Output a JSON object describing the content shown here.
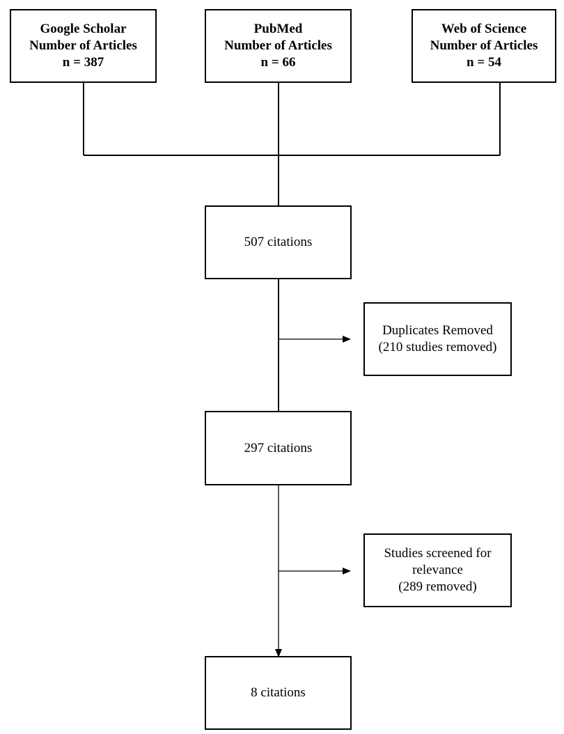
{
  "sources": [
    {
      "line1": "Google Scholar",
      "line2": "Number of Articles",
      "line3": "n = 387"
    },
    {
      "line1": "PubMed",
      "line2": "Number of Articles",
      "line3": "n = 66"
    },
    {
      "line1": "Web of Science",
      "line2": "Number of Articles",
      "line3": "n = 54"
    }
  ],
  "steps": {
    "combined": "507 citations",
    "after_duplicates": "297 citations",
    "final": "8 citations"
  },
  "exclusions": {
    "duplicates": {
      "line1": "Duplicates Removed",
      "line2": "(210 studies removed)"
    },
    "screening": {
      "line1": "Studies screened for",
      "line2": "relevance",
      "line3": "(289 removed)"
    }
  }
}
